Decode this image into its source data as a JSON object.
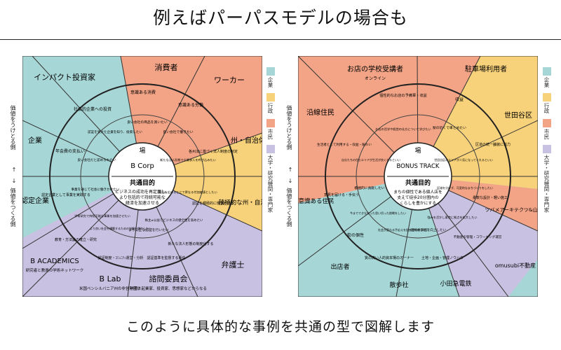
{
  "title": "例えばパーパスモデルの場合も",
  "footer": "このように具体的な事例を共通の型で図解します",
  "colors": {
    "corporate": "#a7d6d6",
    "government": "#f7d27a",
    "citizen": "#f3a486",
    "academia": "#c9c1e2"
  },
  "legend": [
    {
      "label": "企業",
      "color": "#a7d6d6"
    },
    {
      "label": "行政",
      "color": "#f7d27a"
    },
    {
      "label": "市民",
      "color": "#f3a486"
    },
    {
      "label": "大学・研究機関・専門家",
      "color": "#c9c1e2"
    }
  ],
  "axis": {
    "receive": "価値をうけとる側",
    "up_arrow": "↑",
    "down_arrow": "↓",
    "create": "価値をつくる側"
  },
  "left": {
    "center_title": "場",
    "center_name": "B Corp",
    "purpose_title": "共通目的",
    "purpose_text": [
      "ビジネスの成功を再定義し、",
      "より包括的で持続可能な",
      "経済を加速させる"
    ],
    "outer": [
      {
        "id": "impact",
        "text": "インパクト投資家"
      },
      {
        "id": "consumer",
        "text": "消費者"
      },
      {
        "id": "worker",
        "text": "ワーカー"
      },
      {
        "id": "gov",
        "text": "州・自治体"
      },
      {
        "id": "gov2",
        "text": "積極的な州・自治体"
      },
      {
        "id": "lawyer",
        "text": "弁護士"
      },
      {
        "id": "committee",
        "text": "諮問委員会"
      },
      {
        "id": "committee_sub",
        "text": "学者、起業家、投資家、思想家などからなる"
      },
      {
        "id": "blab",
        "text": "B Lab"
      },
      {
        "id": "blab_sub",
        "text": "米国ペンシルバニア州の非営利団体"
      },
      {
        "id": "bacad",
        "text": "B ACADEMICS"
      },
      {
        "id": "bacad_sub",
        "text": "研究者と教員の学術ネットワーク"
      },
      {
        "id": "cert",
        "text": "認定企業"
      },
      {
        "id": "corp",
        "text": "企業"
      }
    ],
    "middle": [
      {
        "id": "m_impact",
        "text": "社会的企業への投資"
      },
      {
        "id": "m_consumer",
        "text": "意識ある消費"
      },
      {
        "id": "m_worker",
        "text": "意識ある労働"
      },
      {
        "id": "m_gov",
        "text": "各州法に基づく法人制度の制定"
      },
      {
        "id": "m_gov2",
        "text": "認証を積極的に働きかける"
      },
      {
        "id": "m_lawyer",
        "text": "新たな法人形態の制度化する"
      },
      {
        "id": "m_committee",
        "text": "認証基準を監督する責任"
      },
      {
        "id": "m_blab",
        "text": "認証制度・ｺﾐｭﾆﾃｨ運営・分析"
      },
      {
        "id": "m_bacad",
        "text": "教育・方法論の確立・研究"
      },
      {
        "id": "m_cert",
        "text": "認定企業として事業を実践する"
      },
      {
        "id": "m_corp",
        "text": "年会費の支払い"
      }
    ],
    "inner": [
      {
        "id": "i_impact",
        "text": "認証を受けた企業を知り、投資したい"
      },
      {
        "id": "i_consumer",
        "text": "良い会社の商品を買いたい"
      },
      {
        "id": "i_worker",
        "text": "良い会社で働きたい"
      },
      {
        "id": "i_gov",
        "text": "新たな法人形態で企業参入を呼び込みたい"
      },
      {
        "id": "i_gov2",
        "text": "認証を広めることで更なる付加価値としたい"
      },
      {
        "id": "i_lawyer",
        "text": "株主≠公益でビジネスの健全性を高めたい"
      },
      {
        "id": "i_committee",
        "text": "より公正な認証を行いたい"
      },
      {
        "id": "i_blab",
        "text": "より良い社会を構築するための協働を増やしたい"
      },
      {
        "id": "i_bacad",
        "text": "学術研究で持続可能な事業を加速させたい"
      },
      {
        "id": "i_cert",
        "text": "事業を通じて社会に働きかけたい"
      },
      {
        "id": "i_corp",
        "text": "良い会社だと認められたい"
      }
    ]
  },
  "right": {
    "center_title": "場",
    "center_name": "BONUS TRACK",
    "purpose_title": "共通目的",
    "purpose_text": [
      "まちの個性である個人店を",
      "支えて徒歩20分圏内の",
      "くらしを豊かにする"
    ],
    "outer": [
      {
        "id": "r_school",
        "text": "お店の学校受講者"
      },
      {
        "id": "r_school_sub",
        "text": "オンライン"
      },
      {
        "id": "r_parking",
        "text": "駐車場利用者"
      },
      {
        "id": "r_setagaya",
        "text": "世田谷区"
      },
      {
        "id": "r_resident",
        "text": "沿線住民"
      },
      {
        "id": "r_conscious",
        "text": "意識ある住民"
      },
      {
        "id": "r_tsubame",
        "text": "ツバメアーキテクツ&山菱工務店"
      },
      {
        "id": "r_omusubi",
        "text": "omusubi不動産"
      },
      {
        "id": "r_odakyu",
        "text": "小田急電鉄"
      },
      {
        "id": "r_sanpo",
        "text": "散歩社"
      },
      {
        "id": "r_shop",
        "text": "出店者"
      }
    ],
    "middle": [
      {
        "id": "rm_school",
        "text": "個性的なお店の予備軍・収益"
      },
      {
        "id": "rm_parking",
        "text": "収益"
      },
      {
        "id": "rm_setagaya",
        "text": "区道の統一舗装に協力"
      },
      {
        "id": "rm_resident",
        "text": "生活者として利用する・収益・賑わい"
      },
      {
        "id": "rm_conscious",
        "text": "意見を届ける・手伝う"
      },
      {
        "id": "rm_tsubame",
        "text": "柔軟な設計・軽い施工"
      },
      {
        "id": "rm_omusubi",
        "text": "不動産の管理・コワーキング運営"
      },
      {
        "id": "rm_odakyu",
        "text": "土地・企画・管理ノウハウ"
      },
      {
        "id": "rm_sanpo",
        "text": "質の高い人的資本場のオーナー"
      },
      {
        "id": "rm_shop",
        "text": "街の個性"
      }
    ],
    "inner": [
      {
        "id": "ri_school",
        "text": "お店の哲学や経営の仕方について学びたい"
      },
      {
        "id": "ri_parking",
        "text": "駅の近くで車とめたい"
      },
      {
        "id": "ri_setagaya",
        "text": "世田谷区のエリアが人気になってくれるといい"
      },
      {
        "id": "ri_resident",
        "text": "自分たちの住むエリアが生活が良くなるといい"
      },
      {
        "id": "ri_conscious",
        "text": "積極的に貢献したい"
      },
      {
        "id": "ri_tsubame",
        "text": "区域を分けず、可変的なまちづくりをしたい"
      },
      {
        "id": "ri_omusubi",
        "text": "強みを活かし東京に拠点を拡大したい"
      },
      {
        "id": "ri_odakyu",
        "text": "沿線の価値を向上したい"
      },
      {
        "id": "ri_sanpo",
        "text": "社会が変わる手応えを肌感覚で感じたい"
      },
      {
        "id": "ri_shop",
        "text": "今までできなかった思い切った挑戦をしたい"
      }
    ]
  }
}
